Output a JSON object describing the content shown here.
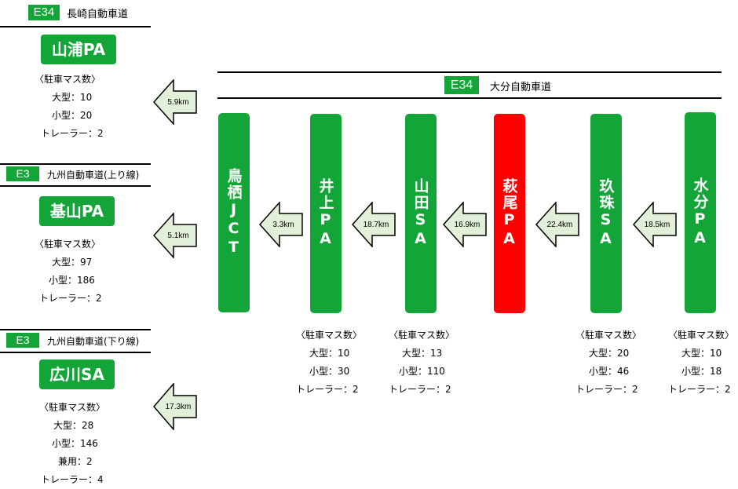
{
  "left_sections": [
    {
      "route_code": "E34",
      "route_name": "長崎自動車道",
      "pa_name": "山浦PA",
      "parking": [
        "〈駐車マス数〉",
        "大型：10",
        "小型：20",
        "トレーラー：2"
      ],
      "arrow_distance": "5.9km"
    },
    {
      "route_code": "E3",
      "route_name": "九州自動車道(上り線)",
      "pa_name": "基山PA",
      "parking": [
        "〈駐車マス数〉",
        "大型：97",
        "小型：186",
        "トレーラー：2"
      ],
      "arrow_distance": "5.1km"
    },
    {
      "route_code": "E3",
      "route_name": "九州自動車道(下り線)",
      "pa_name": "広川SA",
      "parking": [
        "〈駐車マス数〉",
        "大型：28",
        "小型：146",
        "兼用：2",
        "トレーラー：4"
      ],
      "arrow_distance": "17.3km"
    }
  ],
  "main_route": {
    "route_code": "E34",
    "route_name": "大分自動車道"
  },
  "stations": [
    {
      "name": "鳥栖JCT",
      "highlight": false,
      "parking": []
    },
    {
      "name": "井上PA",
      "highlight": false,
      "parking": [
        "〈駐車マス数〉",
        "大型：10",
        "小型：30",
        "トレーラー：2"
      ]
    },
    {
      "name": "山田SA",
      "highlight": false,
      "parking": [
        "〈駐車マス数〉",
        "大型：13",
        "小型：110",
        "トレーラー：2"
      ]
    },
    {
      "name": "萩尾PA",
      "highlight": true,
      "parking": []
    },
    {
      "name": "玖珠SA",
      "highlight": false,
      "parking": [
        "〈駐車マス数〉",
        "大型：20",
        "小型：46",
        "トレーラー：2"
      ]
    },
    {
      "name": "水分PA",
      "highlight": false,
      "parking": [
        "〈駐車マス数〉",
        "大型：10",
        "小型：18",
        "トレーラー：2"
      ]
    }
  ],
  "between_distances": [
    "3.3km",
    "18.7km",
    "16.9km",
    "22.4km",
    "18.5km"
  ],
  "colors": {
    "green": "#13a538",
    "highlight_red": "#ff0000",
    "arrow_fill": "#e2f0d9",
    "arrow_stroke": "#000000"
  }
}
